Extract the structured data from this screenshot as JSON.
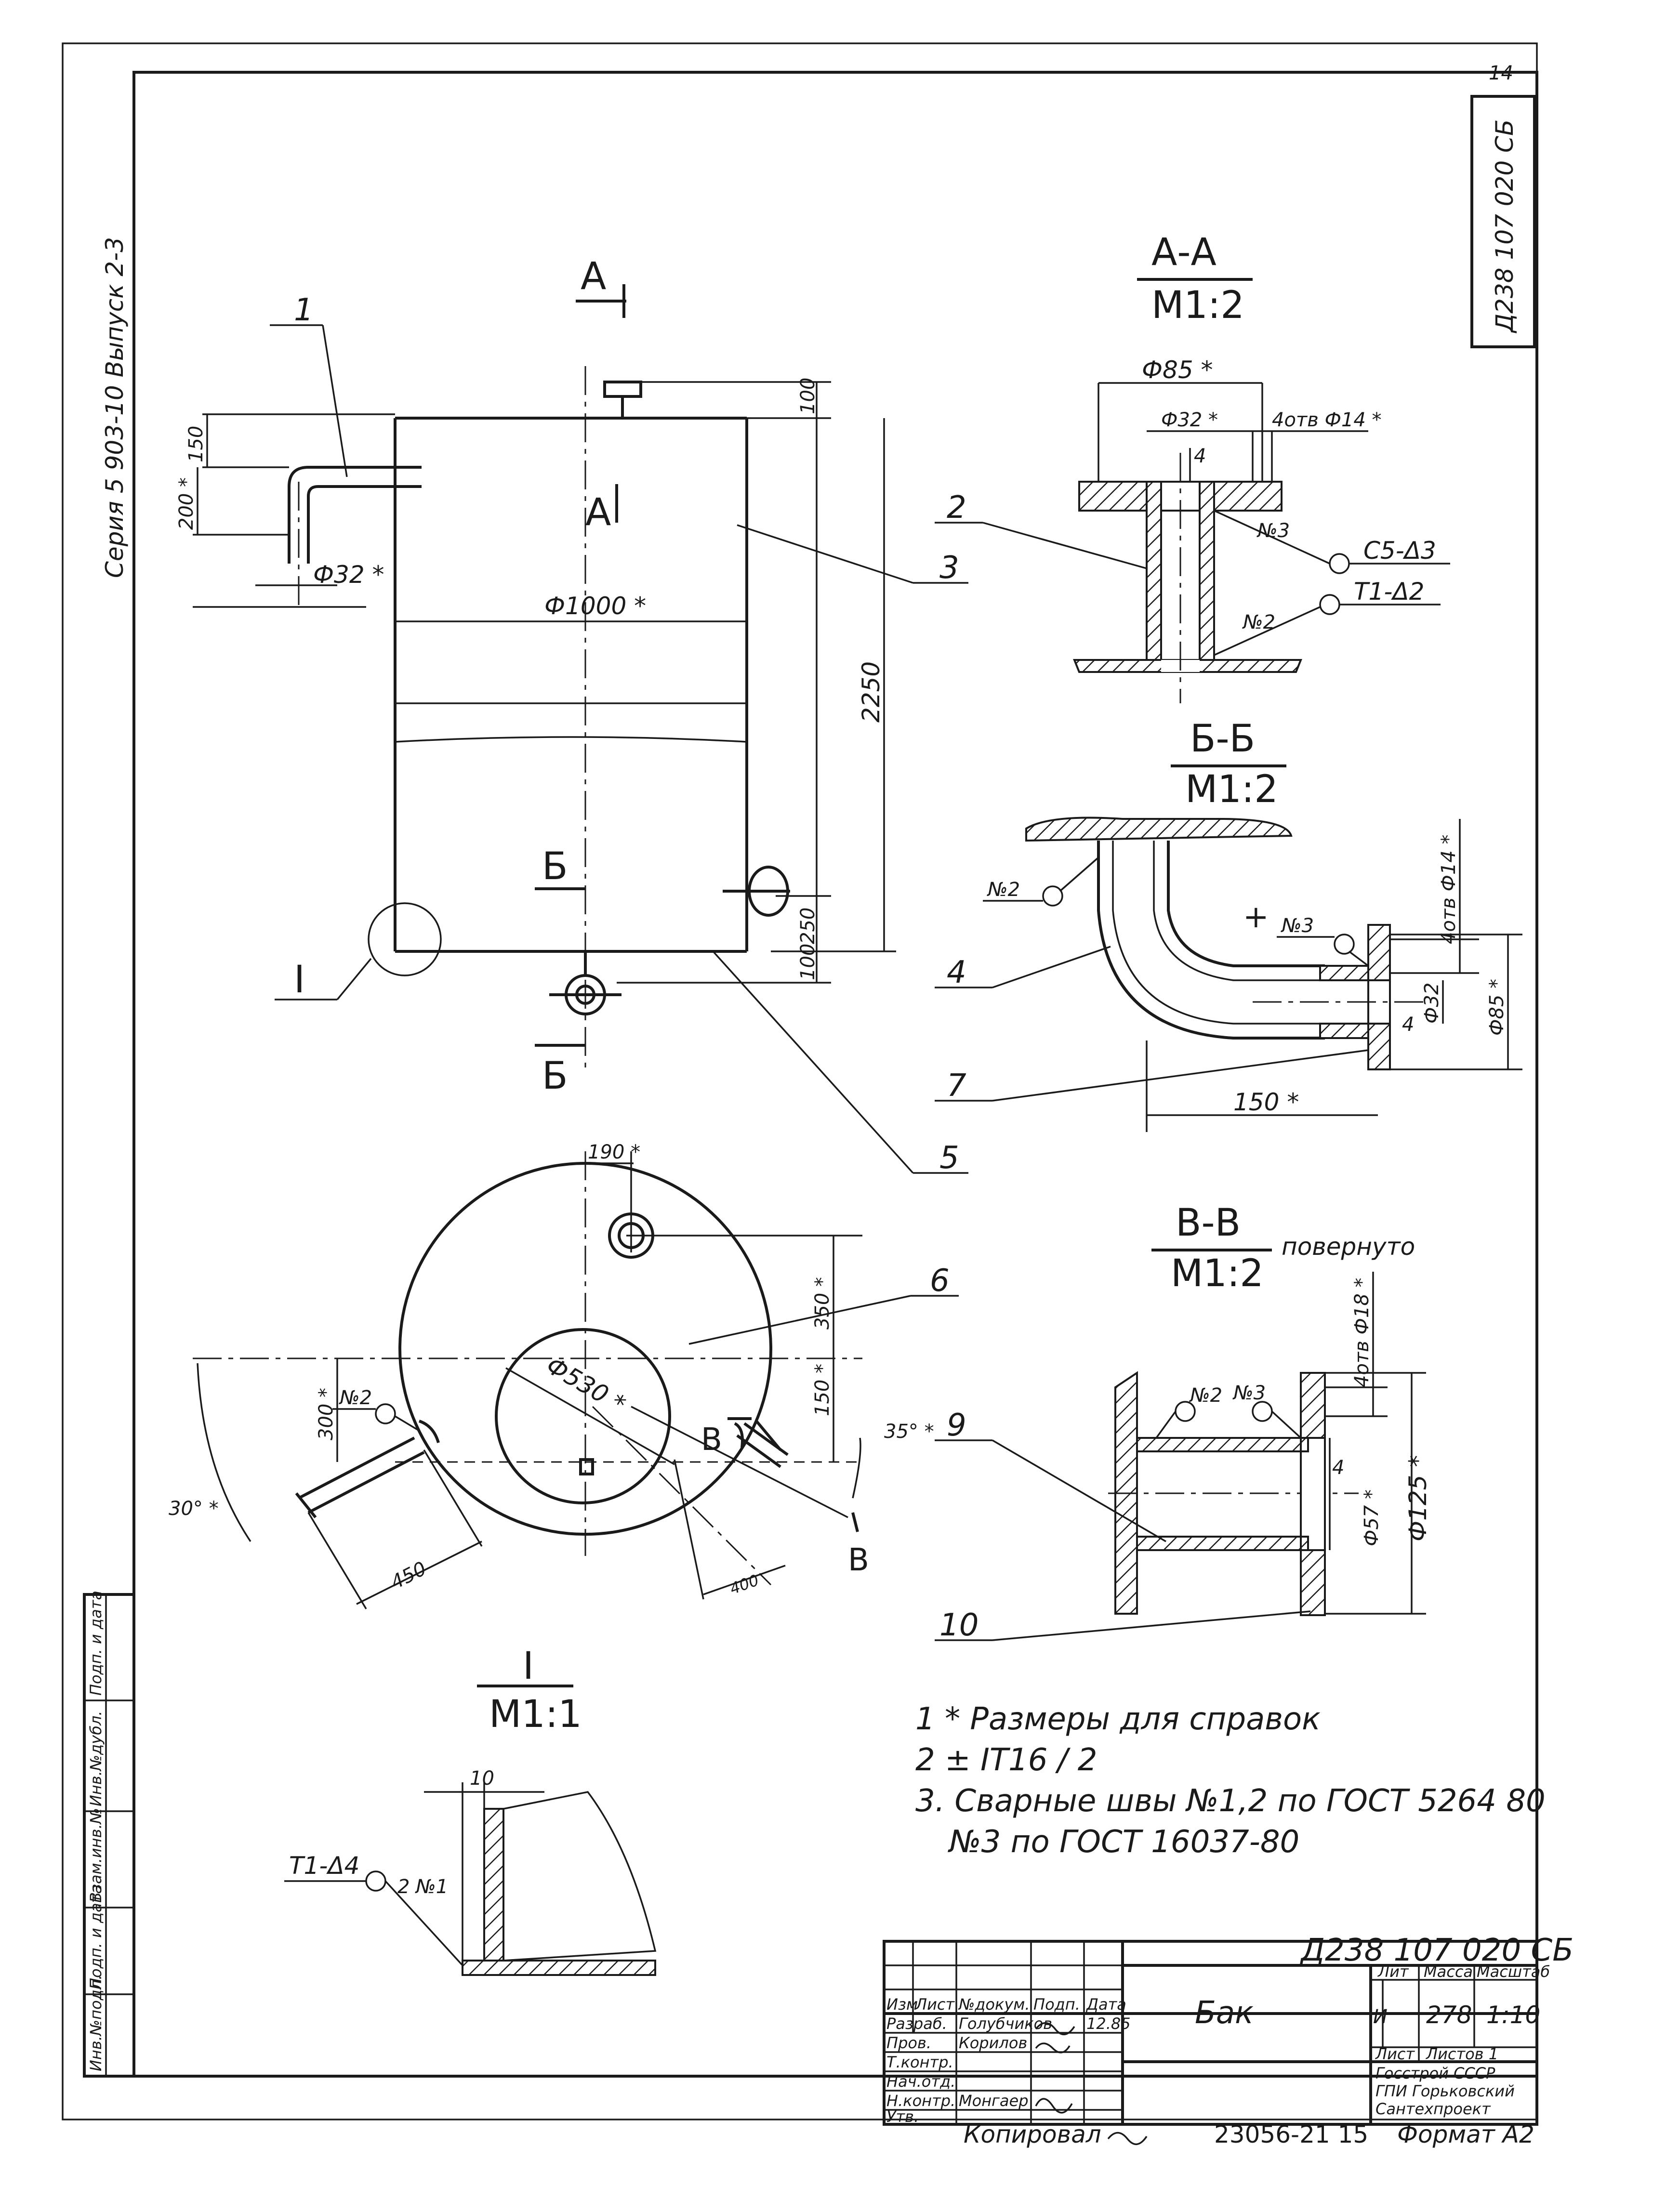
{
  "sheet": {
    "corner_number": "14",
    "doc_code_vertical": "Д238 107 020 СБ",
    "series_line": "Серия 5 903-10   Выпуск 2-3"
  },
  "main_view": {
    "section_letter_a": "А",
    "section_letter_b": "Б",
    "detail_ref": "I",
    "dims": {
      "d_pipe": "Ф32 *",
      "d_body": "Ф1000 *",
      "h_total": "2250",
      "h_top": "100",
      "h_150": "150",
      "h_200": "200 *",
      "h_250": "250",
      "h_bottom": "100"
    },
    "callouts": [
      "1",
      "2",
      "3",
      "4",
      "5",
      "6",
      "7",
      "9",
      "10"
    ]
  },
  "section_aa": {
    "title": "А-А",
    "scale": "М1:2",
    "dims": {
      "d_outer": "Ф85 *",
      "d_inner": "Ф32 *",
      "holes": "4отв Ф14 *",
      "thk": "4",
      "weld_top_no": "№3",
      "weld_top": "С5-Δ3",
      "weld_bot_no": "№2",
      "weld_bot": "Т1-Δ2"
    }
  },
  "section_bb": {
    "title": "Б-Б",
    "scale": "М1:2",
    "dims": {
      "weld_left": "№2",
      "weld_right": "№3",
      "holes": "4отв Ф14 *",
      "d_outer": "Ф85 *",
      "d_inner": "Ф32",
      "thk": "4",
      "length": "150 *"
    }
  },
  "section_vv": {
    "title": "В-В",
    "scale": "М1:2",
    "note": "повернуто",
    "dims": {
      "holes": "4отв Ф18 *",
      "weld_a": "№2",
      "weld_b": "№3",
      "thk": "4",
      "d_inner": "Ф57 *",
      "d_outer": "Ф125 *"
    }
  },
  "plan_view": {
    "section_letter_v": "В",
    "dims": {
      "top_offset": "190 *",
      "r_350": "350 *",
      "r_150": "150 *",
      "d_hatch": "Ф530 *",
      "ang_left": "30° *",
      "ang_right": "35° *",
      "len_300": "300 *",
      "len_450": "450",
      "len_400": "400",
      "weld_no": "№2"
    }
  },
  "detail_i": {
    "title": "I",
    "scale": "М1:1",
    "dim_10": "10",
    "weld": "Т1-Δ4",
    "weld_no": "2 №1"
  },
  "notes": {
    "line1": "1 * Размеры для справок",
    "line2": "2 ± IT16 / 2",
    "line3": "3. Сварные  швы  №1,2 по ГОСТ 5264 80",
    "line4": "№3 по ГОСТ 16037-80"
  },
  "left_strip": {
    "labels": [
      "Инв.№подл.",
      "Подп. и дата",
      "Взам.инв.№",
      "Инв.№дубл.",
      "Подп. и дата"
    ]
  },
  "title_block": {
    "designation": "Д238 107 020 СБ",
    "name": "Бак",
    "hdr_izm": "Изм",
    "hdr_list": "Лист",
    "hdr_doc": "№докум.",
    "hdr_podp": "Подп.",
    "hdr_data": "Дата",
    "row_razrab": "Разраб.",
    "row_prov": "Пров.",
    "row_tkontr": "Т.контр.",
    "row_nachotd": "Нач.отд.",
    "row_nkontr": "Н.контр.",
    "row_utv": "Утв.",
    "name_razrab": "Голубчиков",
    "name_prov": "Корилов",
    "name_nkontr": "Монгаер",
    "date_razrab": "12.85",
    "hdr_lit": "Лит",
    "hdr_massa": "Масса",
    "hdr_masshtab": "Масштаб",
    "val_lit": "И",
    "val_massa": "278",
    "val_masshtab": "1:10",
    "sheet_label": "Лист",
    "sheets_label": "Листов 1",
    "org_1": "Госстрой СССР",
    "org_2": "ГПИ Горьковский",
    "org_3": "Сантехпроект"
  },
  "footer": {
    "copied": "Копировал",
    "code": "23056-21  15",
    "format": "Формат А2"
  }
}
